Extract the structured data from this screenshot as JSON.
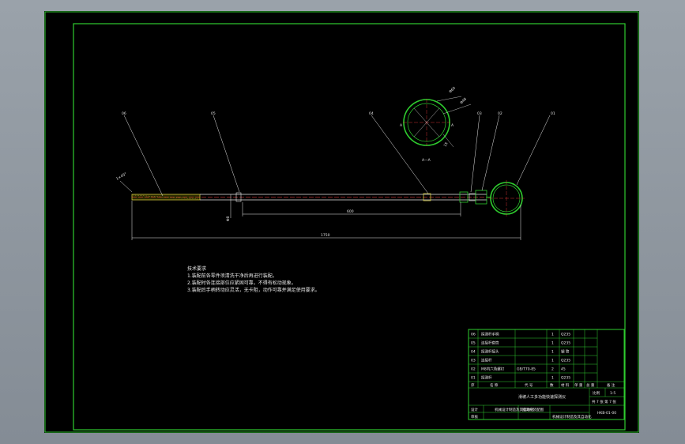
{
  "drawing": {
    "callouts": [
      "06",
      "05",
      "04",
      "03",
      "02",
      "01"
    ],
    "dim_chamfer": "1×45°",
    "dim_small": "Φ8",
    "dim_mid": "600",
    "dim_total": "1750",
    "section_label": "A—A",
    "section_dim_1": "Φ60",
    "section_dim_2": "Φ48",
    "section_dim_3": "15",
    "section_mark": "A",
    "notes_title": "技术要求",
    "notes": [
      "1.装配前各零件须清洗干净后再进行装配。",
      "2.装配时各连接部位应紧固可靠，不得有松动现象。",
      "3.装配后手柄转动应灵活，无卡阻，动作可靠并满足使用要求。"
    ]
  },
  "title_block": {
    "parts": [
      {
        "no": "06",
        "name": "探测杆手柄",
        "qty": "1",
        "mat": "Q235"
      },
      {
        "no": "05",
        "name": "连接杆套筒",
        "qty": "1",
        "mat": "Q235"
      },
      {
        "no": "04",
        "name": "探测杆接头",
        "qty": "1",
        "mat": "钢 管"
      },
      {
        "no": "03",
        "name": "连接杆",
        "qty": "1",
        "mat": "Q235"
      },
      {
        "no": "02",
        "name": "M8内六角螺钉",
        "std": "GB/T70-85",
        "qty": "2",
        "mat": "45"
      },
      {
        "no": "01",
        "name": "探测杆",
        "qty": "1",
        "mat": "Q235"
      }
    ],
    "header": {
      "no": "序",
      "name": "名 称",
      "code": "代 号",
      "qty": "数",
      "mat": "材 料",
      "unit": "单 重",
      "total": "总 重",
      "remark": "备 注"
    },
    "project": "滑坡人工多功能快速探测仪",
    "scale_label": "比例",
    "scale": "1:5",
    "sheet": "共 7 张 第 7 张",
    "design_label": "设计",
    "check_label": "审核",
    "company": "机械设计制造及其自动化",
    "drawing_name": "探测杆装配图",
    "drawing_no": "HKB-01-00"
  }
}
